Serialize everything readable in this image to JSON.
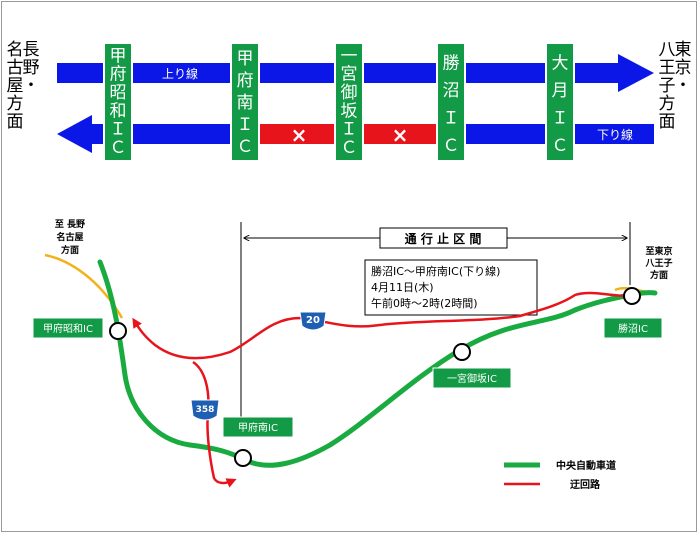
{
  "top": {
    "left_direction": [
      "長野・",
      "名古屋方面"
    ],
    "right_direction": [
      "東京・",
      "八王子方面"
    ],
    "up_line_label": "上り線",
    "down_line_label": "下り線",
    "closure_mark": "×",
    "interchanges": [
      {
        "name": [
          "甲府",
          "昭和",
          "ＩＣ"
        ]
      },
      {
        "name": [
          "甲府",
          "南",
          "Ｉ",
          "Ｃ"
        ]
      },
      {
        "name": [
          "一宮",
          "御坂",
          "ＩＣ"
        ]
      },
      {
        "name": [
          "勝沼",
          "Ｉ",
          "Ｃ"
        ]
      },
      {
        "name": [
          "大",
          "月",
          "Ｉ",
          "Ｃ"
        ]
      }
    ]
  },
  "map": {
    "closure_header": "通 行 止 区 間",
    "closure_info": [
      "勝沼IC～甲府南IC(下り線)",
      "4月11日(木)",
      "午前0時～2時(2時間)"
    ],
    "ic_labels": {
      "kofu_showa": "甲府昭和IC",
      "kofu_minami": "甲府南IC",
      "ichinomiya": "一宮御坂IC",
      "katsunuma": "勝沼IC"
    },
    "direction_left": [
      "至 長野",
      "名古屋",
      "方面"
    ],
    "direction_right": [
      "至東京",
      "八王子",
      "方面"
    ],
    "route_badges": {
      "r20": "20",
      "r358": "358"
    },
    "legend": [
      {
        "label": "中央自動車道",
        "color": "#1aab40"
      },
      {
        "label": "迂回路",
        "color": "#e31b1b"
      }
    ]
  },
  "colors": {
    "blue": "#0b17e6",
    "red": "#e8141c",
    "green": "#1aab40",
    "sign_green": "#139a46",
    "orange": "#f2b31a",
    "badge_blue": "#1f5fb3"
  }
}
